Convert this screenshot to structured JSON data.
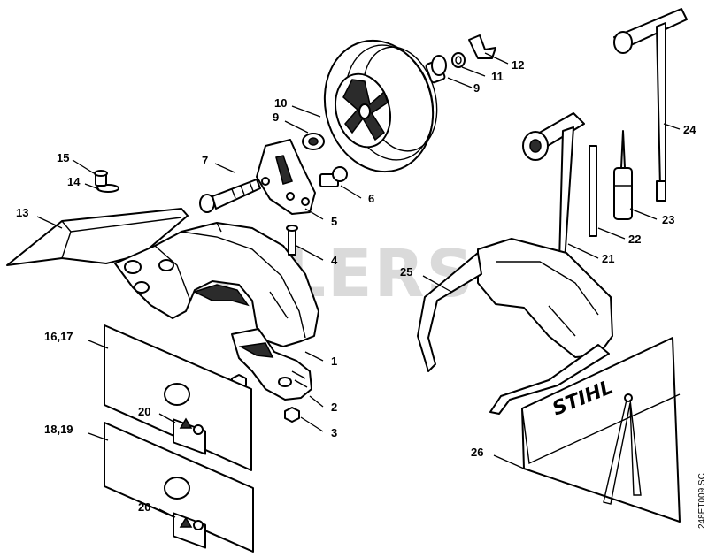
{
  "watermark": "CUTLERS",
  "brand": "STIHL",
  "drawing_code": "248ET009 SC",
  "callouts": {
    "c1": "1",
    "c2": "2",
    "c3": "3",
    "c4": "4",
    "c5": "5",
    "c6": "6",
    "c7": "7",
    "c9a": "9",
    "c9b": "9",
    "c10": "10",
    "c11": "11",
    "c12": "12",
    "c13": "13",
    "c14": "14",
    "c15": "15",
    "c16_17": "16,17",
    "c18_19": "18,19",
    "c20a": "20",
    "c20b": "20",
    "c21": "21",
    "c22": "22",
    "c23": "23",
    "c24": "24",
    "c25": "25",
    "c26": "26"
  }
}
